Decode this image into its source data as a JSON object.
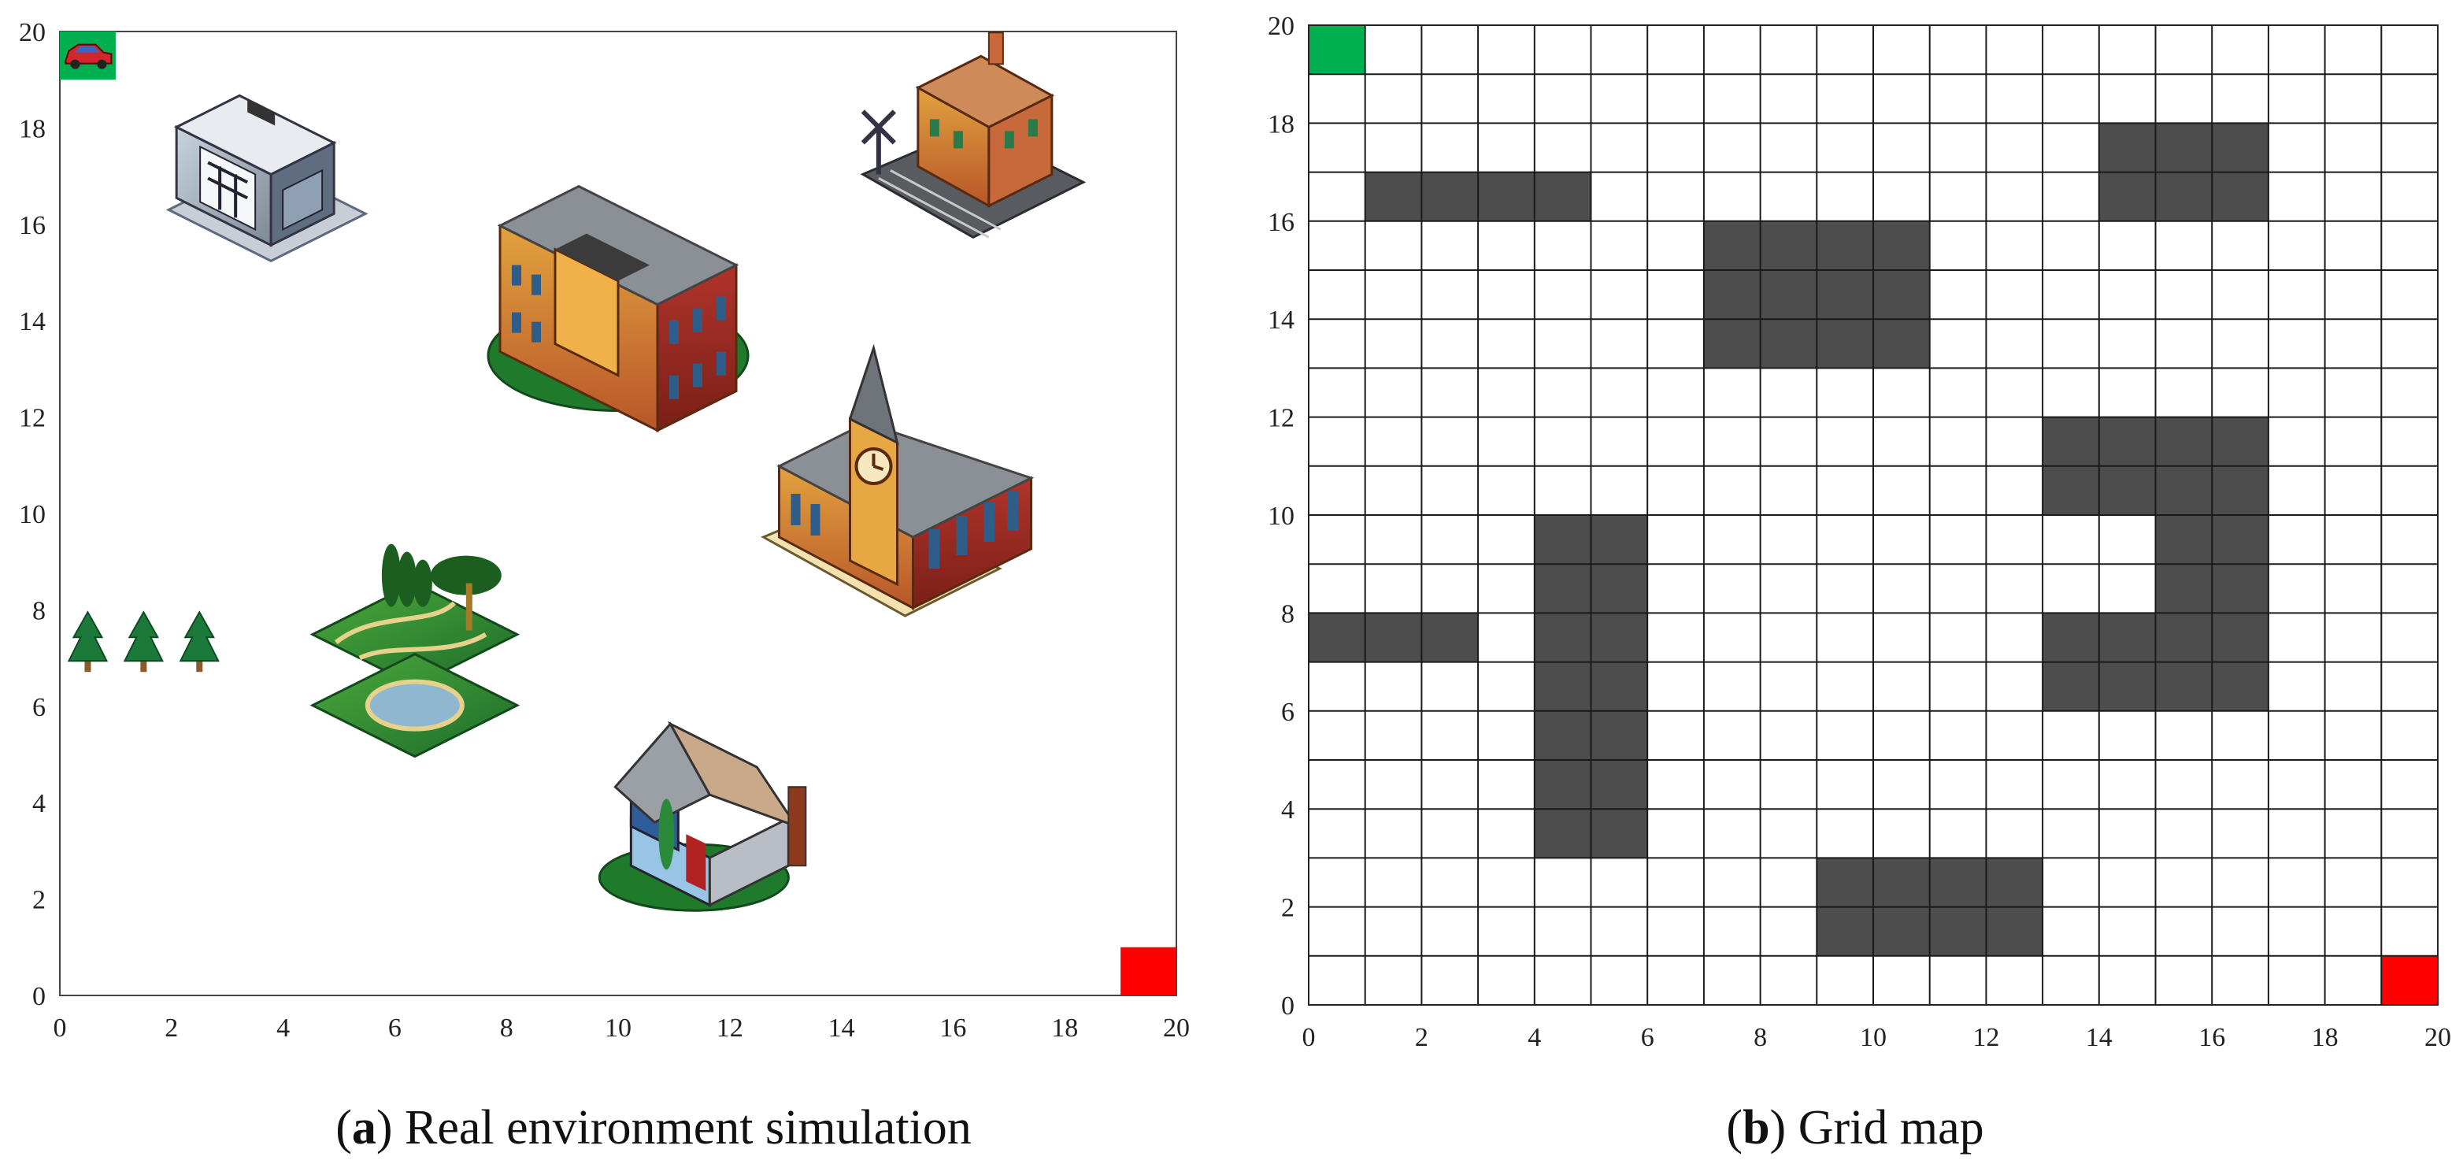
{
  "panels": [
    {
      "id": "a",
      "caption": {
        "letter": "a",
        "title": "Real environment simulation"
      },
      "xlim": [
        0,
        20
      ],
      "ylim": [
        0,
        20
      ],
      "xticks": [
        0,
        2,
        4,
        6,
        8,
        10,
        12,
        14,
        16,
        18,
        20
      ],
      "yticks": [
        0,
        2,
        4,
        6,
        8,
        10,
        12,
        14,
        16,
        18,
        20
      ],
      "start_cell": {
        "x": 0,
        "y": 19,
        "color": "#00b050"
      },
      "goal_cell": {
        "x": 19,
        "y": 0,
        "color": "#ff0000"
      },
      "objects": [
        {
          "name": "car",
          "x": 0.5,
          "y": 19.5
        },
        {
          "name": "garage-building",
          "x": 3.5,
          "y": 17.2
        },
        {
          "name": "school-building",
          "x": 10.0,
          "y": 14.5
        },
        {
          "name": "railway-station",
          "x": 16.5,
          "y": 17.2
        },
        {
          "name": "town-hall-clock-tower",
          "x": 15.0,
          "y": 10.0
        },
        {
          "name": "park",
          "x": 6.5,
          "y": 7.0
        },
        {
          "name": "tree",
          "x": 0.5,
          "y": 7.3
        },
        {
          "name": "tree",
          "x": 1.5,
          "y": 7.3
        },
        {
          "name": "tree",
          "x": 2.5,
          "y": 7.3
        },
        {
          "name": "house",
          "x": 11.5,
          "y": 4.0
        }
      ]
    },
    {
      "id": "b",
      "caption": {
        "letter": "b",
        "title": "Grid map"
      },
      "xlim": [
        0,
        20
      ],
      "ylim": [
        0,
        20
      ],
      "xticks": [
        0,
        2,
        4,
        6,
        8,
        10,
        12,
        14,
        16,
        18,
        20
      ],
      "yticks": [
        0,
        2,
        4,
        6,
        8,
        10,
        12,
        14,
        16,
        18,
        20
      ],
      "start_cell": {
        "x": 0,
        "y": 19,
        "color": "#00b050"
      },
      "goal_cell": {
        "x": 19,
        "y": 0,
        "color": "#ff0000"
      },
      "obstacle_color": "#4d4d4d",
      "obstacles": [
        [
          1,
          16
        ],
        [
          2,
          16
        ],
        [
          3,
          16
        ],
        [
          4,
          16
        ],
        [
          14,
          16
        ],
        [
          15,
          16
        ],
        [
          16,
          16
        ],
        [
          14,
          17
        ],
        [
          15,
          17
        ],
        [
          16,
          17
        ],
        [
          7,
          13
        ],
        [
          8,
          13
        ],
        [
          9,
          13
        ],
        [
          10,
          13
        ],
        [
          7,
          14
        ],
        [
          8,
          14
        ],
        [
          9,
          14
        ],
        [
          10,
          14
        ],
        [
          7,
          15
        ],
        [
          8,
          15
        ],
        [
          9,
          15
        ],
        [
          10,
          15
        ],
        [
          13,
          10
        ],
        [
          14,
          10
        ],
        [
          15,
          10
        ],
        [
          16,
          10
        ],
        [
          13,
          11
        ],
        [
          14,
          11
        ],
        [
          15,
          11
        ],
        [
          16,
          11
        ],
        [
          15,
          8
        ],
        [
          16,
          8
        ],
        [
          15,
          9
        ],
        [
          16,
          9
        ],
        [
          13,
          6
        ],
        [
          14,
          6
        ],
        [
          15,
          6
        ],
        [
          16,
          6
        ],
        [
          13,
          7
        ],
        [
          14,
          7
        ],
        [
          15,
          7
        ],
        [
          16,
          7
        ],
        [
          0,
          7
        ],
        [
          1,
          7
        ],
        [
          2,
          7
        ],
        [
          4,
          3
        ],
        [
          5,
          3
        ],
        [
          4,
          4
        ],
        [
          5,
          4
        ],
        [
          4,
          5
        ],
        [
          5,
          5
        ],
        [
          4,
          6
        ],
        [
          5,
          6
        ],
        [
          4,
          7
        ],
        [
          5,
          7
        ],
        [
          4,
          8
        ],
        [
          5,
          8
        ],
        [
          4,
          9
        ],
        [
          5,
          9
        ],
        [
          9,
          1
        ],
        [
          10,
          1
        ],
        [
          11,
          1
        ],
        [
          12,
          1
        ],
        [
          9,
          2
        ],
        [
          10,
          2
        ],
        [
          11,
          2
        ],
        [
          12,
          2
        ]
      ]
    }
  ]
}
